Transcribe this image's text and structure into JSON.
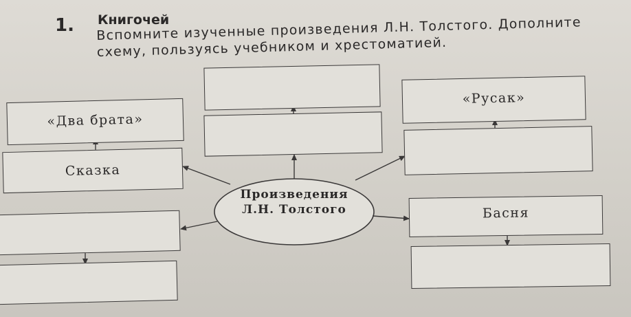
{
  "task": {
    "number": "1.",
    "title": "Книгочей",
    "text": "Вспомните изученные произведения Л.Н. Толстого. Дополните схему, пользуясь учебником и хрестоматией."
  },
  "diagram": {
    "center": {
      "line1": "Произведения",
      "line2": "Л.Н. Толстого"
    },
    "boxes": {
      "left_top_title": "«Два брата»",
      "left_top_genre": "Сказка",
      "left_bottom_genre": "",
      "left_bottom_title": "",
      "middle_title": "",
      "middle_genre": "",
      "right_top_title": "«Русак»",
      "right_top_genre": "",
      "right_bottom_genre": "Басня",
      "right_bottom_title": ""
    }
  }
}
